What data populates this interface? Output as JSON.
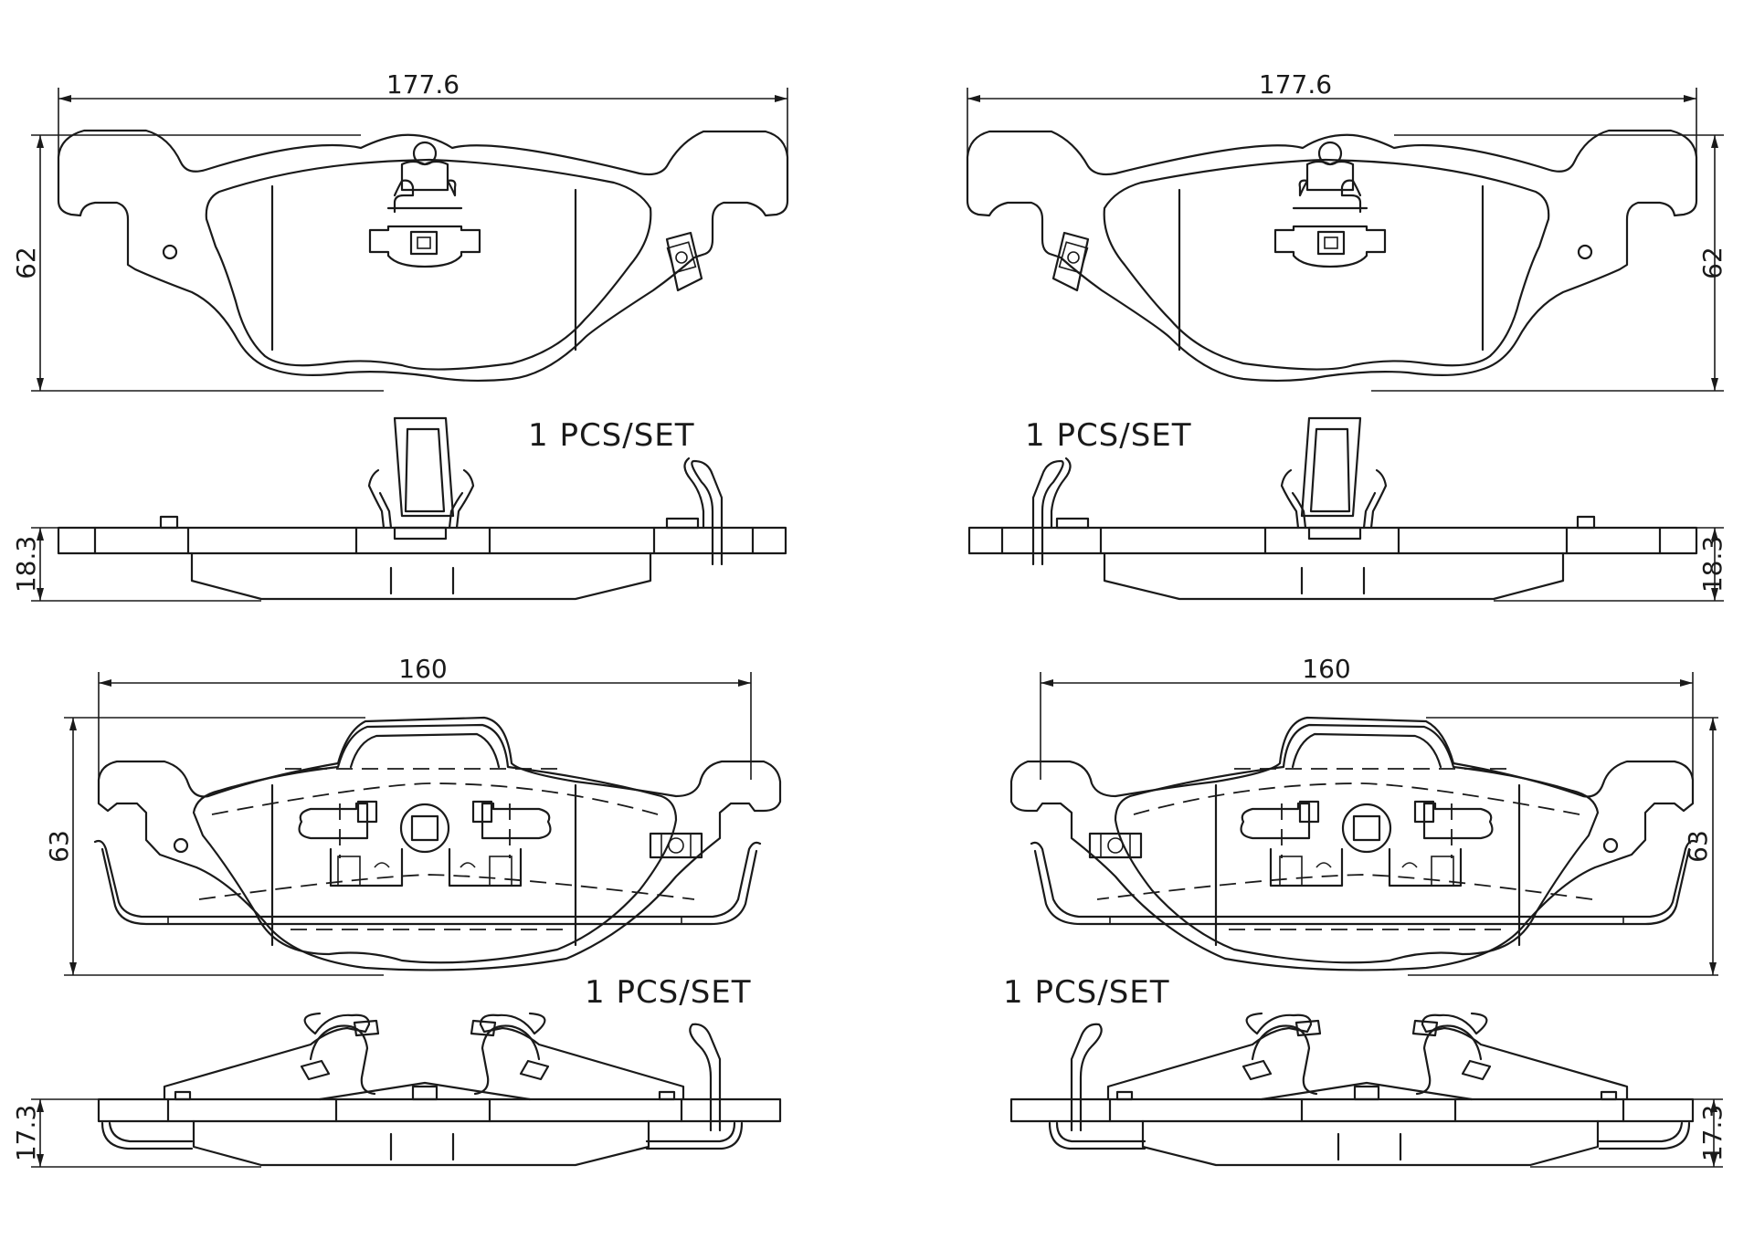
{
  "colors": {
    "line": "#1a1a1a",
    "background": "#ffffff"
  },
  "front_left": {
    "width": "177.6",
    "height": "62",
    "thickness": "18.3",
    "quantity": "1  PCS/SET"
  },
  "front_right": {
    "width": "177.6",
    "height": "62",
    "thickness": "18.3",
    "quantity": "1  PCS/SET"
  },
  "rear_left": {
    "width": "160",
    "height": "63",
    "thickness": "17.3",
    "quantity": "1  PCS/SET"
  },
  "rear_right": {
    "width": "160",
    "height": "63",
    "thickness": "17.3",
    "quantity": "1  PCS/SET"
  }
}
